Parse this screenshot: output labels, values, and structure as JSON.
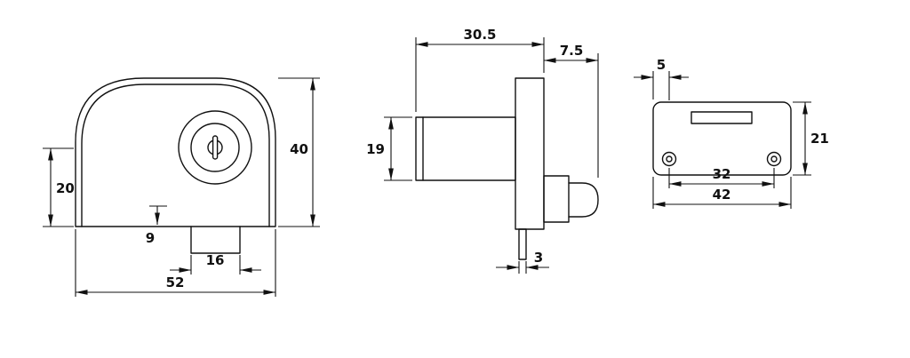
{
  "page": {
    "background": "#ffffff",
    "line_color": "#111111"
  },
  "drawing": {
    "front_view": {
      "width": "52",
      "height": "40",
      "lower_height": "20",
      "tab_offset": "9",
      "tab_width": "16"
    },
    "side_view": {
      "barrel_length": "30.5",
      "flange_depth": "7.5",
      "barrel_diameter": "19",
      "tail_thickness": "3"
    },
    "back_view": {
      "edge_to_hole": "5",
      "plate_height": "21",
      "hole_spacing": "32",
      "plate_width": "42"
    }
  }
}
